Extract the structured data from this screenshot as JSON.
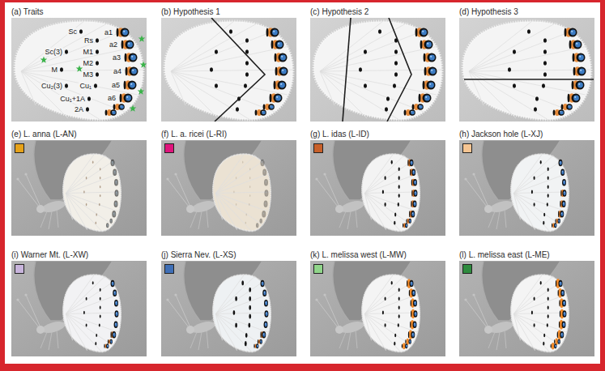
{
  "diagram": {
    "labels": [
      "(a) Traits",
      "Sc",
      "Rs",
      "M1",
      "M2",
      "M3",
      "Cu₁",
      "Sc(3)",
      "M",
      "Cu₂(3)",
      "Cu₁+1A",
      "2A",
      "a1",
      "a2",
      "a3",
      "a4",
      "a5",
      "a6",
      "(b) Hypothesis 1",
      "(c) Hypothesis 2",
      "(d) Hypothesis 3"
    ],
    "legend": [
      {
        "text": "(e) L. anna (L-AN)",
        "color": "#e6a219"
      },
      {
        "text": "(f) L. a. ricei (L-RI)",
        "color": "#e0147c"
      },
      {
        "text": "(g) L. idas (L-ID)",
        "color": "#c8602a"
      },
      {
        "text": "(h) Jackson hole (L-XJ)",
        "color": "#f6c592"
      },
      {
        "text": "(i) Warner Mt. (L-XW)",
        "color": "#c8b4dc"
      },
      {
        "text": "(j) Sierra Nev. (L-XS)",
        "color": "#3f6fb6"
      },
      {
        "text": "(k) L. melissa west (L-MW)",
        "color": "#90d58a"
      },
      {
        "text": "(l) L. melissa east (L-ME)",
        "color": "#2e8b3e"
      }
    ]
  }
}
